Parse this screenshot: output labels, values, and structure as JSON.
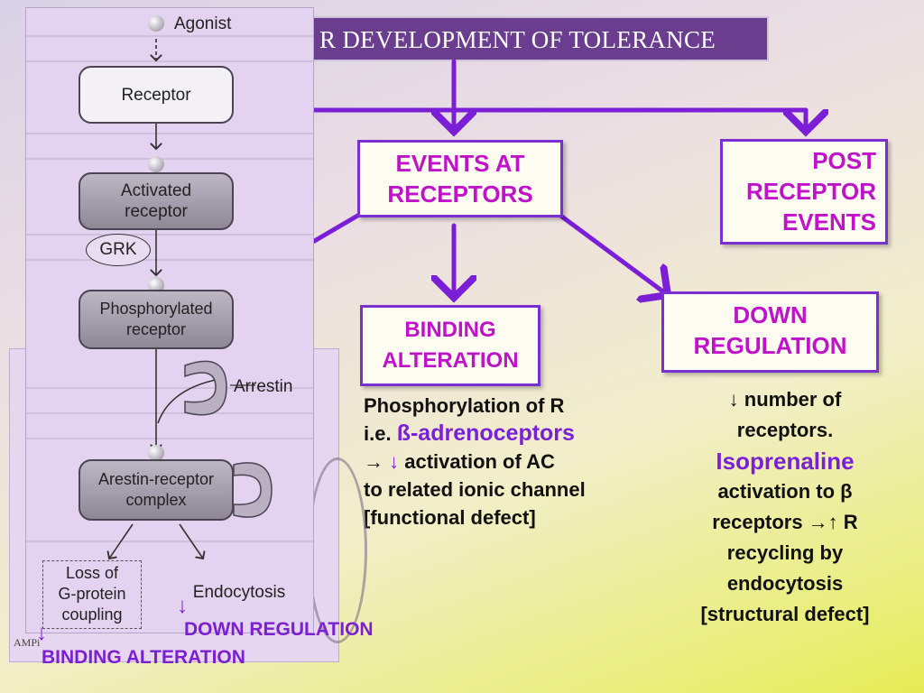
{
  "title": "R DEVELOPMENT OF TOLERANCE",
  "boxes": {
    "events_at_receptors": [
      "EVENTS AT",
      "RECEPTORS"
    ],
    "post_receptor_events": [
      "POST",
      "RECEPTOR",
      "EVENTS"
    ],
    "binding_alteration": [
      "BINDING",
      "ALTERATION"
    ],
    "down_regulation": [
      "DOWN",
      "REGULATION"
    ]
  },
  "binding_text": {
    "line1": "Phosphorylation of R",
    "line2_prefix": "i.e. ",
    "line2_highlight": "ß-adrenoceptors",
    "line3_arrow": "→",
    "line3_down": "↓",
    "line3_rest": " activation of AC",
    "line4": "to related  ionic channel",
    "line5": "[functional defect]"
  },
  "down_text": {
    "line1": "↓ number of",
    "line2": "receptors.",
    "line3_highlight": "Isoprenaline",
    "line4": "activation to β",
    "line5": "receptors →↑ R",
    "line6": "recycling by",
    "line7": "endocytosis",
    "line8": "[structural defect]"
  },
  "flow": {
    "agonist": "Agonist",
    "receptor": "Receptor",
    "activated_receptor": [
      "Activated",
      "receptor"
    ],
    "grk": "GRK",
    "phosphorylated_receptor": [
      "Phosphorylated",
      "receptor"
    ],
    "arrestin": "Arrestin",
    "arrestin_receptor_complex": [
      "Arestin-receptor",
      "complex"
    ],
    "loss_coupling": [
      "Loss of",
      "G-protein",
      "coupling"
    ],
    "endocytosis": "Endocytosis",
    "ami": "AMPi"
  },
  "captions": {
    "down_regulation": "DOWN REGULATION",
    "binding_alteration": "BINDING ALTERATION",
    "arrow": "↓"
  },
  "colors": {
    "title_bg": "#6a3d8f",
    "arrow": "#7a1fd6",
    "box_text": "#c012c8",
    "highlight": "#7a20d6"
  }
}
